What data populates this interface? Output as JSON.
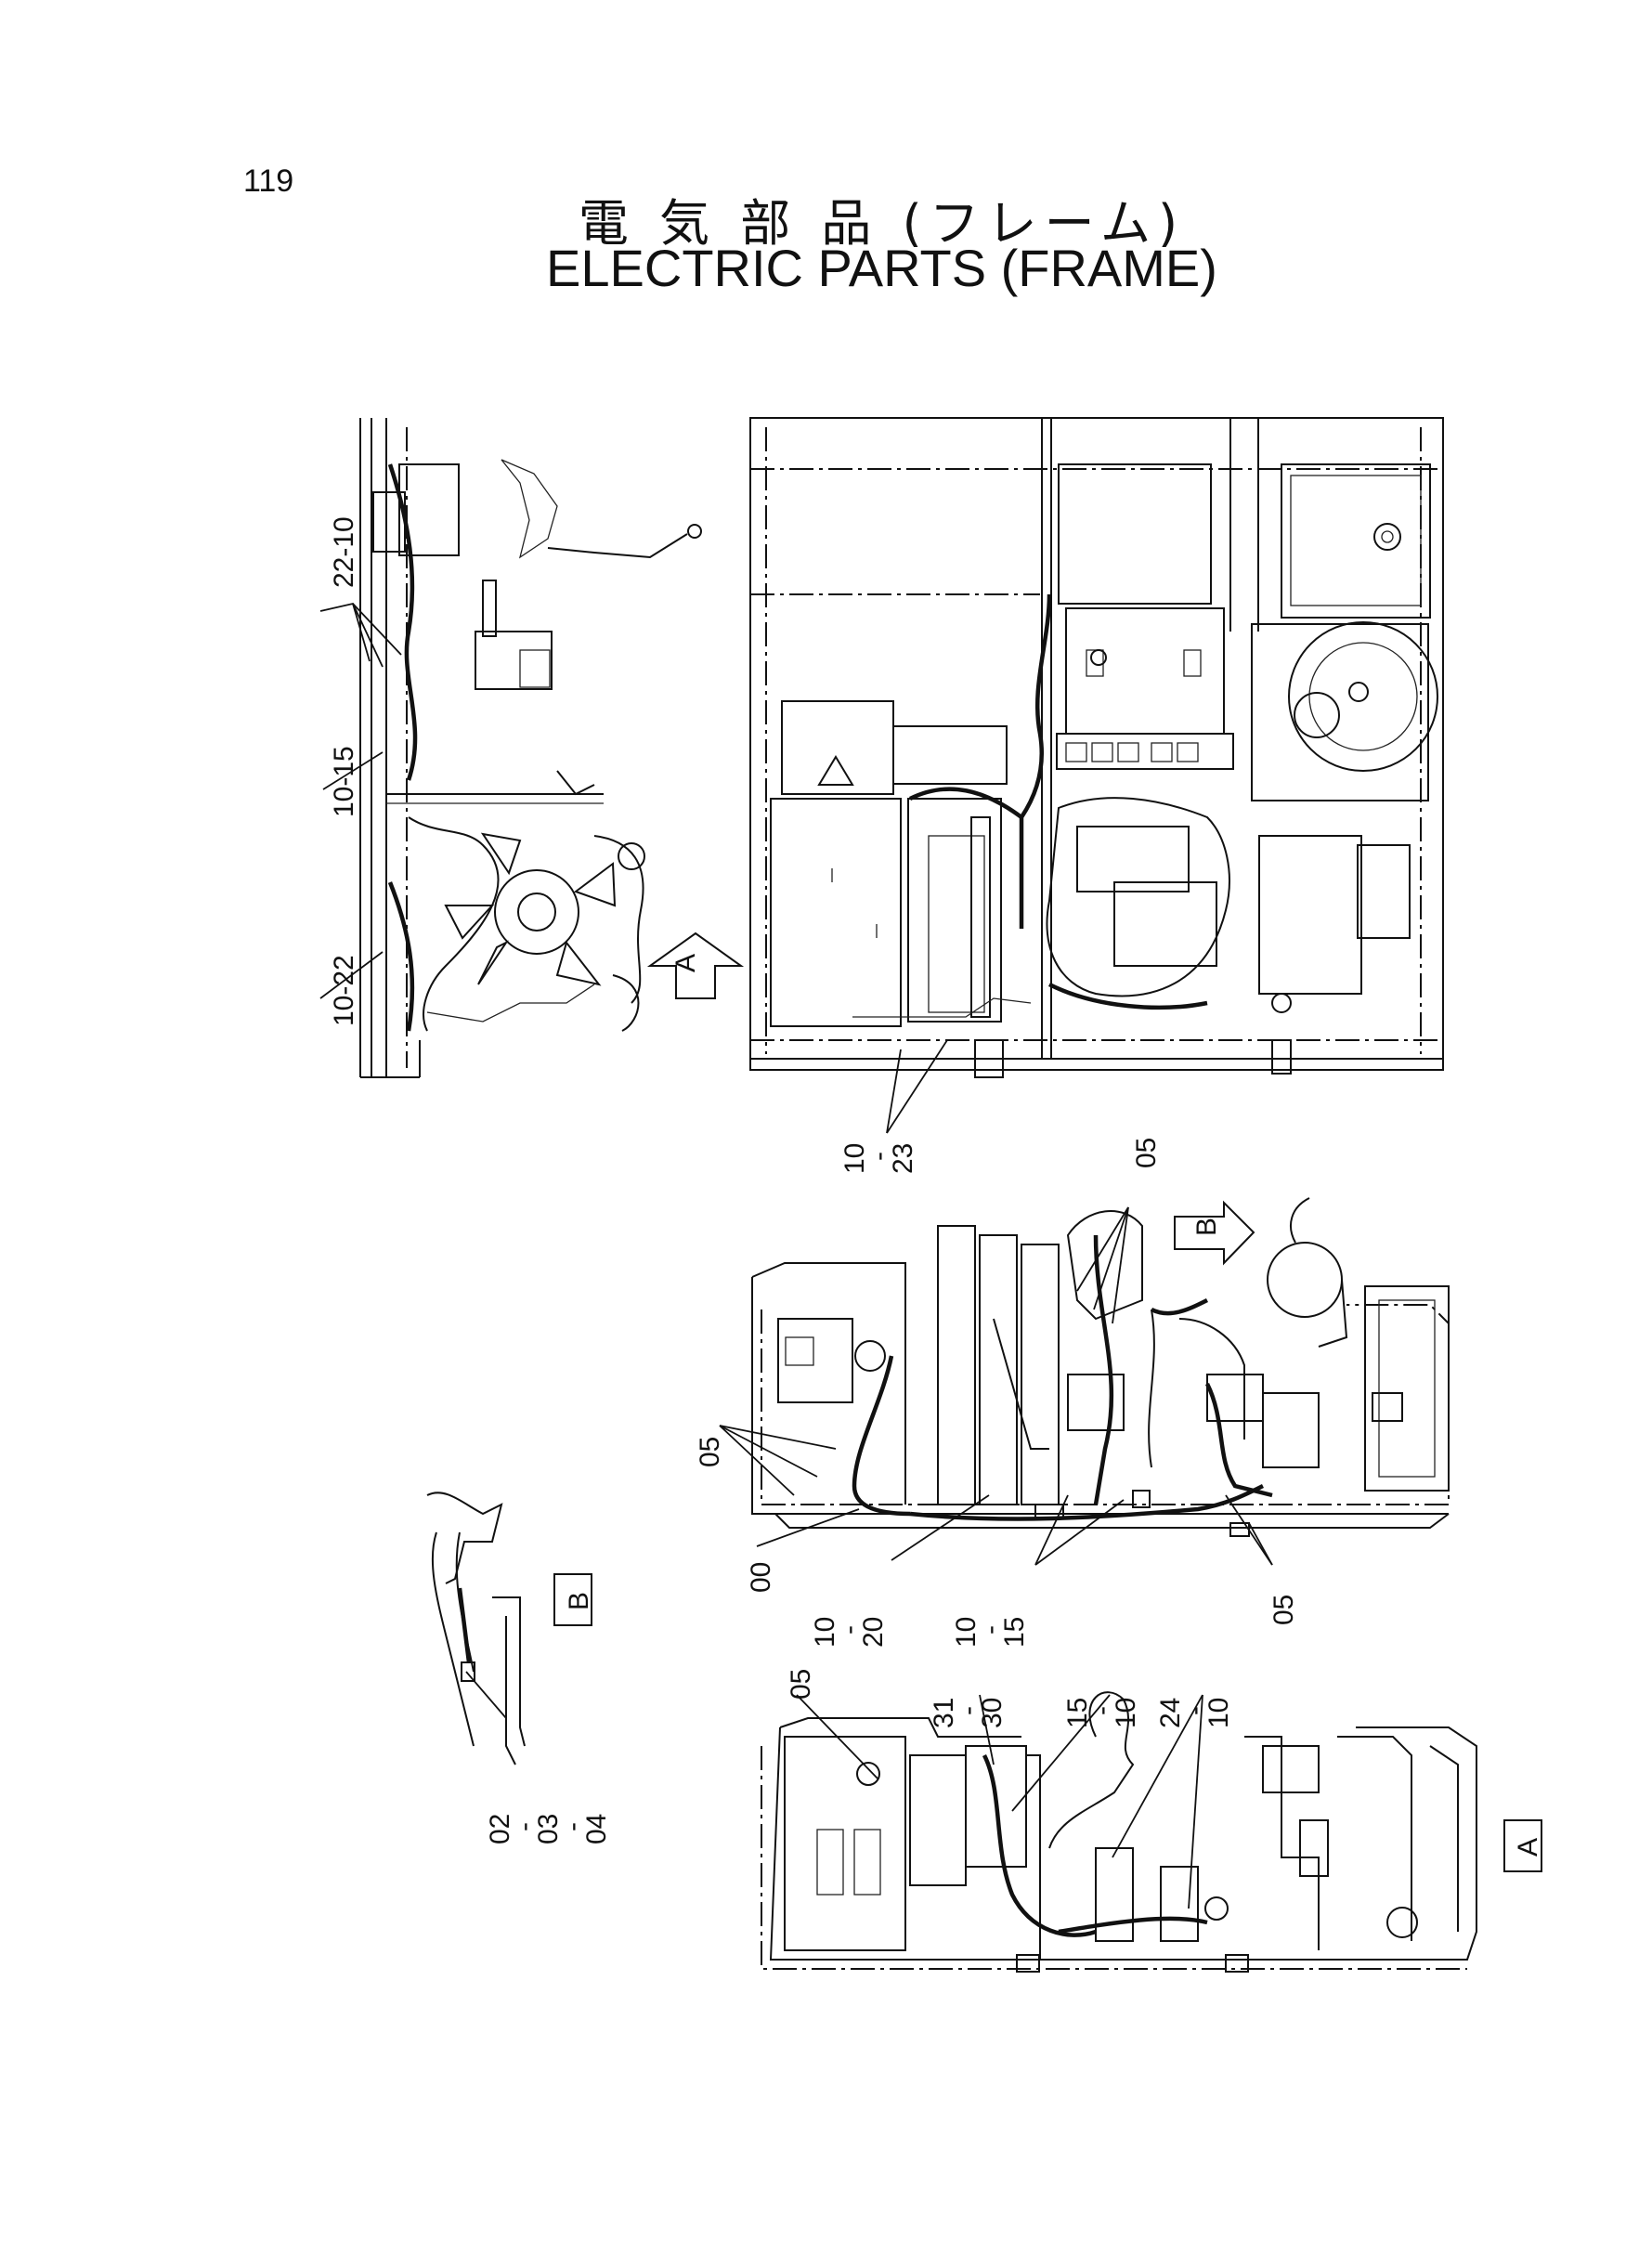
{
  "page": {
    "number": "119"
  },
  "title": {
    "japanese": "電 気 部 品 (フレーム)",
    "english": "ELECTRIC  PARTS (FRAME)"
  },
  "views": {
    "view_a": "A",
    "view_b": "B"
  },
  "callouts": {
    "c_22_10": "22-10",
    "c_10_15": "10-15",
    "c_10_22": "10-22",
    "c_10_23": [
      "10",
      "-",
      "23"
    ],
    "c_05_top": "05",
    "c_05_left": "05",
    "c_00": "00",
    "c_10_20": [
      "10",
      "-",
      "20"
    ],
    "c_10_15b": [
      "10",
      "-",
      "15"
    ],
    "c_05_right": "05",
    "c_02_04": [
      "02",
      "-",
      "03",
      "-",
      "04"
    ],
    "c_05_bottom": "05",
    "c_31_30": [
      "31",
      "-",
      "30"
    ],
    "c_15_10": [
      "15",
      "-",
      "10"
    ],
    "c_24_10": [
      "24",
      "-",
      "10"
    ]
  }
}
